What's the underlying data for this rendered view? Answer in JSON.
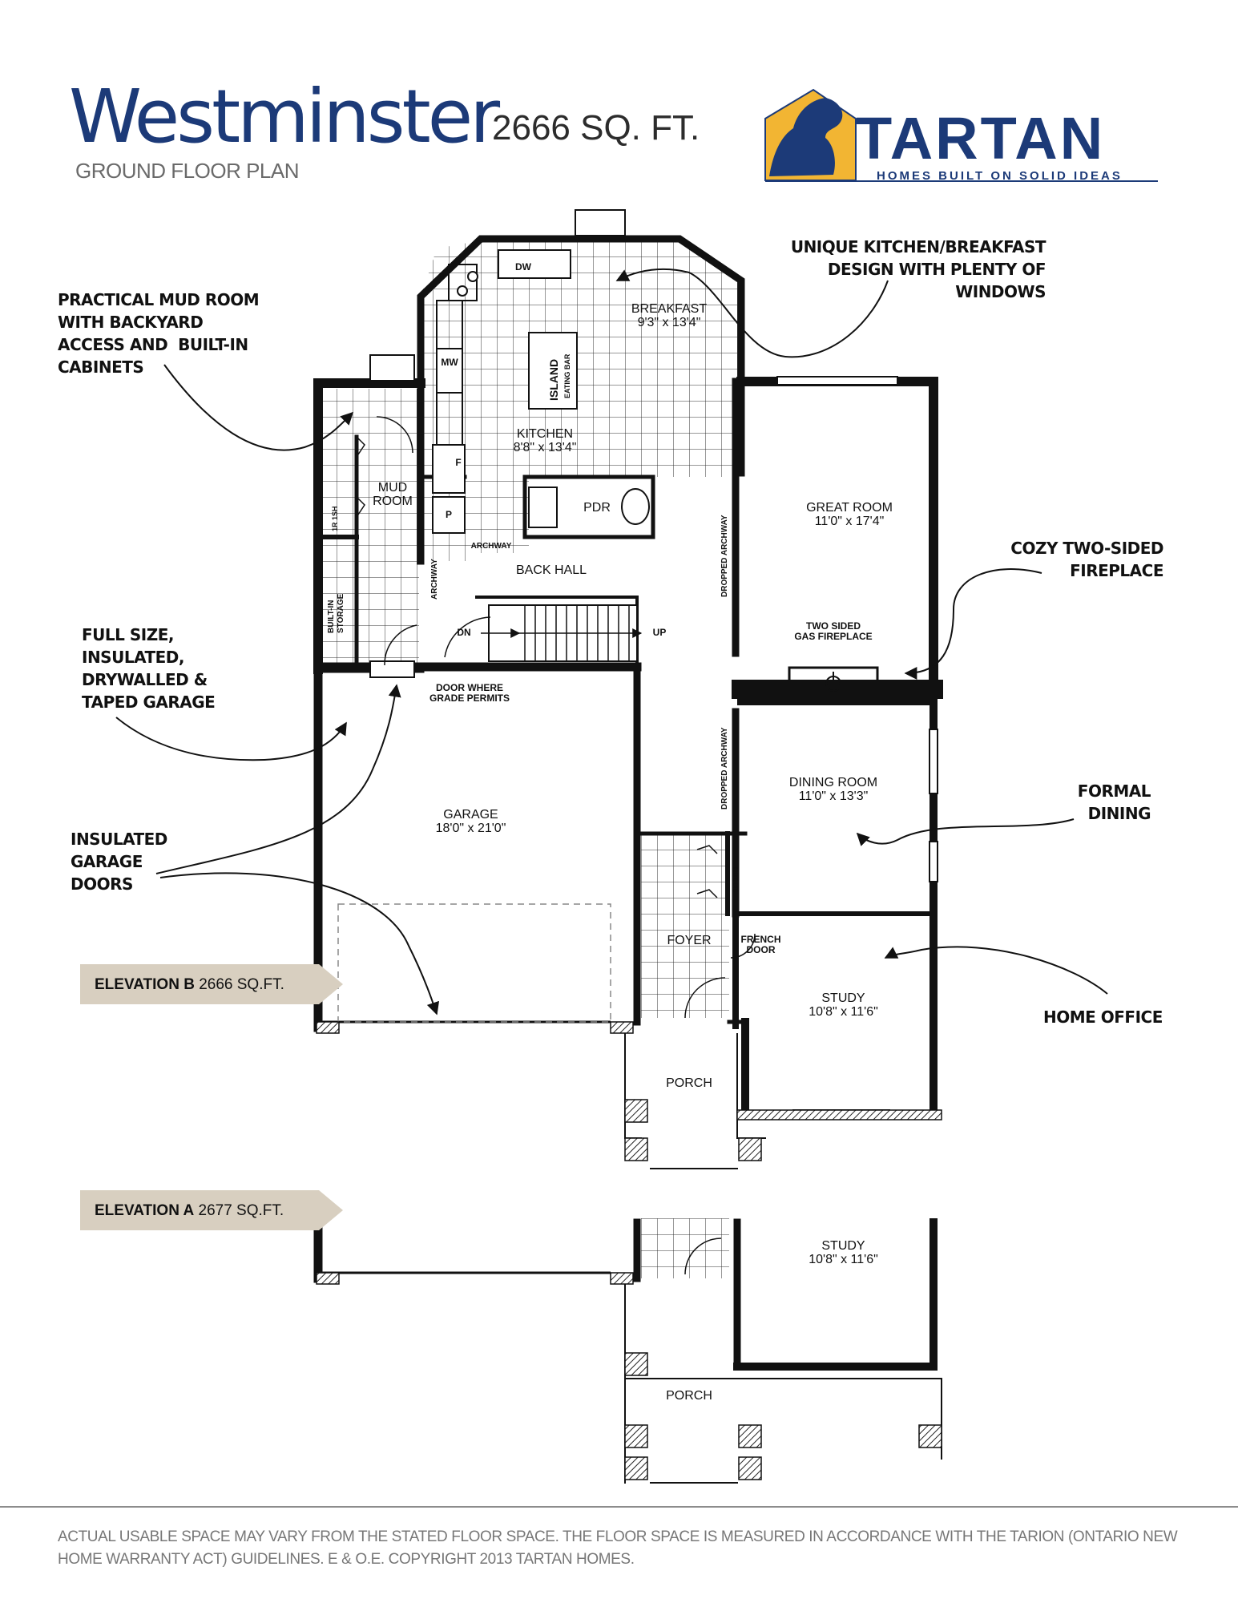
{
  "header": {
    "title": "Westminster",
    "sqft": "2666 SQ. FT.",
    "subtitle": "GROUND FLOOR PLAN",
    "brand_name": "TARTAN",
    "brand_tagline": "HOMES BUILT ON SOLID IDEAS"
  },
  "callouts": {
    "mud_room": "PRACTICAL MUD ROOM\nWITH BACKYARD\nACCESS AND  BUILT-IN\nCABINETS",
    "kitchen": "UNIQUE KITCHEN/BREAKFAST\nDESIGN WITH PLENTY OF\nWINDOWS",
    "fireplace": "COZY TWO-SIDED\nFIREPLACE",
    "garage": "FULL SIZE,\nINSULATED,\nDRYWALLED &\nTAPED GARAGE",
    "garage_doors": "INSULATED\nGARAGE\nDOORS",
    "dining": "FORMAL\nDINING",
    "office": "HOME OFFICE"
  },
  "rooms": {
    "breakfast": "BREAKFAST\n9'3\" x 13'4\"",
    "kitchen": "KITCHEN\n8'8\" x 13'4\"",
    "great_room": "GREAT ROOM\n11'0\" x 17'4\"",
    "mud_room": "MUD\nROOM",
    "pdr": "PDR",
    "back_hall": "BACK HALL",
    "fireplace": "TWO SIDED\nGAS FIREPLACE",
    "dining": "DINING ROOM\n11'0\" x 13'3\"",
    "garage": "GARAGE\n18'0\" x 21'0\"",
    "door_grade": "DOOR WHERE\nGRADE PERMITS",
    "foyer": "FOYER",
    "french_door": "FRENCH\nDOOR",
    "study_b": "STUDY\n10'8\" x 11'6\"",
    "porch_b": "PORCH",
    "study_a": "STUDY\n10'8\" x 11'6\"",
    "porch_a": "PORCH"
  },
  "fixtures": {
    "dw": "DW",
    "island": "ISLAND",
    "eating_bar": "EATING BAR",
    "mw": "MW",
    "f": "F",
    "p": "P",
    "dn": "DN",
    "up": "UP",
    "archway": "ARCHWAY",
    "archway_v": "ARCHWAY",
    "dropped_archway_1": "DROPPED ARCHWAY",
    "dropped_archway_2": "DROPPED ARCHWAY",
    "sh_1": "1R 1SH",
    "sh_2": "1R 1SH",
    "storage": "BUILT-IN\nSTORAGE"
  },
  "elevations": {
    "b_label": "ELEVATION B",
    "b_sqft": "2666 SQ.FT.",
    "a_label": "ELEVATION A",
    "a_sqft": "2677 SQ.FT."
  },
  "footer": {
    "disclaimer": "ACTUAL USABLE SPACE MAY VARY FROM THE STATED FLOOR SPACE. THE FLOOR SPACE IS MEASURED IN ACCORDANCE WITH THE TARION (ONTARIO NEW HOME WARRANTY ACT) GUIDELINES. E & O.E. COPYRIGHT 2013 TARTAN HOMES."
  },
  "colors": {
    "brand_blue": "#1c3a78",
    "brand_gold": "#f2b533",
    "elevation_tag": "#d8cfc0",
    "wall": "#111111"
  }
}
